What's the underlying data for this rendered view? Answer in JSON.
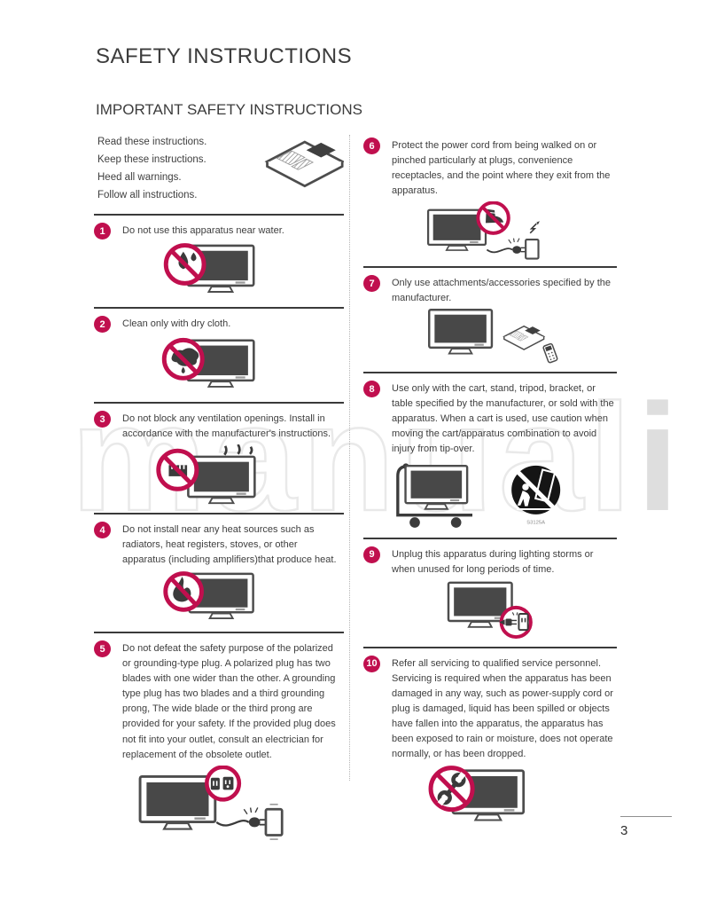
{
  "page": {
    "title": "SAFETY INSTRUCTIONS",
    "section_title": "IMPORTANT SAFETY INSTRUCTIONS",
    "page_number": "3"
  },
  "watermark": {
    "outline_text": "manual",
    "solid_text": "i"
  },
  "intro": {
    "lines": [
      "Read these instructions.",
      "Keep these instructions.",
      "Heed all warnings.",
      "Follow all instructions."
    ]
  },
  "instructions": [
    {
      "number": "1",
      "text": "Do not use this apparatus near water.",
      "illustration": "no-water-tv"
    },
    {
      "number": "2",
      "text": "Clean only with dry cloth.",
      "illustration": "no-wet-cloth-tv"
    },
    {
      "number": "3",
      "text": "Do not block any ventilation openings. Install in accordance with the manufacturer's instructions.",
      "illustration": "no-blocked-vents-tv"
    },
    {
      "number": "4",
      "text": "Do not install near any heat sources such as radiators, heat registers, stoves, or other apparatus (including amplifiers)that produce heat.",
      "illustration": "no-heat-tv"
    },
    {
      "number": "5",
      "text": "Do not defeat the safety purpose of the polarized or grounding-type plug. A polarized plug has two blades with one wider than the other. A grounding type plug has two blades and a third grounding prong, The wide blade or the third prong are provided for your safety. If the provided plug does not fit into your outlet, consult an electrician for replacement of the obsolete outlet.",
      "illustration": "polarized-plug-outlet-tv"
    },
    {
      "number": "6",
      "text": "Protect the power cord from being walked on or pinched particularly at plugs, convenience receptacles, and the point where they exit from the apparatus.",
      "illustration": "no-stepping-on-cord-tv"
    },
    {
      "number": "7",
      "text": "Only use attachments/accessories specified by the manufacturer.",
      "illustration": "tv-with-accessories"
    },
    {
      "number": "8",
      "text": "Use only with the cart, stand, tripod, bracket, or table specified by the manufacturer, or sold with the apparatus. When a cart is used, use caution when moving the cart/apparatus combination to avoid injury from tip-over.",
      "illustration": "tv-cart-tip-over-warning",
      "symbol_caption": "S3125A"
    },
    {
      "number": "9",
      "text": "Unplug this apparatus during lighting storms or when unused for long periods of time.",
      "illustration": "unplug-tv"
    },
    {
      "number": "10",
      "text": "Refer all servicing to qualified service personnel. Servicing is required when the apparatus has been damaged in any way, such as power-supply cord or plug is damaged, liquid has been spilled or objects have fallen into the apparatus, the apparatus has been exposed to rain or moisture, does not operate normally, or has been dropped.",
      "illustration": "no-self-service-tv"
    }
  ],
  "colors": {
    "accent": "#c00f4e",
    "text": "#3e3e3e",
    "watermark": "#e9e9e9",
    "rule": "#3a3a3a"
  }
}
